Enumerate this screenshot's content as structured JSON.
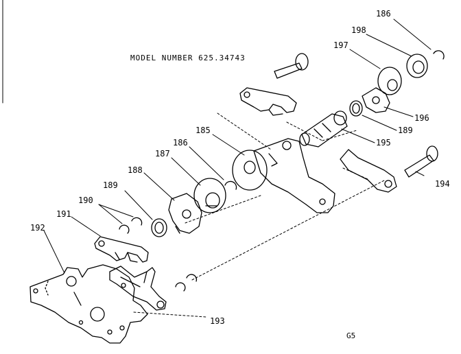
{
  "diagram": {
    "model_label": "MODEL NUMBER 625.34743",
    "figure_code": "G5",
    "line_color": "#000000",
    "background": "#ffffff",
    "callouts": [
      {
        "id": "186a",
        "text": "186"
      },
      {
        "id": "198",
        "text": "198"
      },
      {
        "id": "197",
        "text": "197"
      },
      {
        "id": "196",
        "text": "196"
      },
      {
        "id": "189a",
        "text": "189"
      },
      {
        "id": "195",
        "text": "195"
      },
      {
        "id": "185",
        "text": "185"
      },
      {
        "id": "186b",
        "text": "186"
      },
      {
        "id": "187",
        "text": "187"
      },
      {
        "id": "188",
        "text": "188"
      },
      {
        "id": "189b",
        "text": "189"
      },
      {
        "id": "190",
        "text": "190"
      },
      {
        "id": "191",
        "text": "191"
      },
      {
        "id": "192",
        "text": "192"
      },
      {
        "id": "193",
        "text": "193"
      },
      {
        "id": "194",
        "text": "194"
      }
    ]
  }
}
